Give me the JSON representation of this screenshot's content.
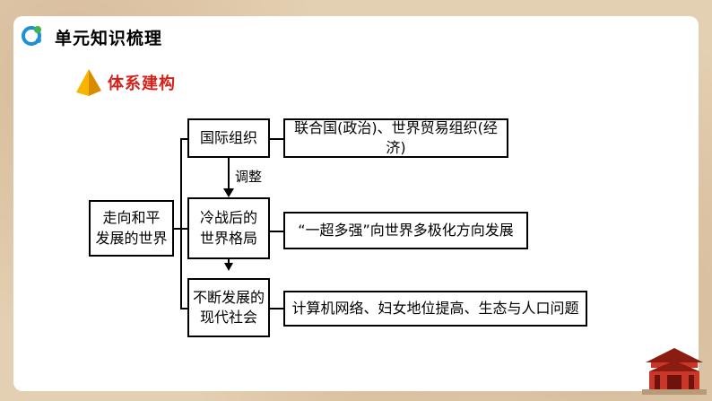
{
  "header": {
    "title": "单元知识梳理"
  },
  "section": {
    "title": "体系建构"
  },
  "diagram": {
    "root": {
      "line1": "走向和平",
      "line2": "发展的世界"
    },
    "nodes": [
      {
        "line1": "国际组织",
        "line2": "",
        "detail": "联合国(政治)、世界贸易组织(经济)"
      },
      {
        "line1": "冷战后的",
        "line2": "世界格局",
        "detail": "“一超多强”向世界多极化方向发展"
      },
      {
        "line1": "不断发展的",
        "line2": "现代社会",
        "detail": "计算机网络、妇女地位提高、生态与人口问题"
      }
    ],
    "arrow_label": "调整"
  },
  "colors": {
    "accent": "#d4221a",
    "background": "#e3cfb1",
    "logo_blue": "#1f8fd6"
  }
}
